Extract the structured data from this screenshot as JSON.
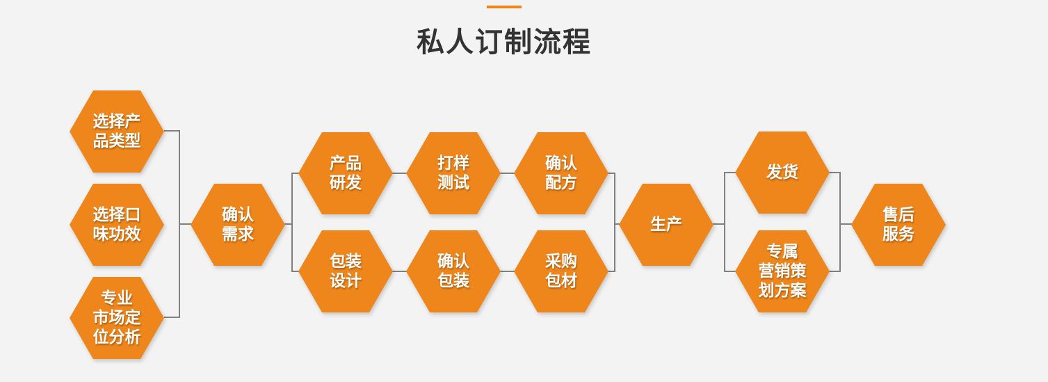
{
  "title": "私人订制流程",
  "colors": {
    "accent": "#ee861c",
    "line": "#808080",
    "background": "#f3f3f3",
    "title": "#333333"
  },
  "steps": [
    {
      "id": "select-product-type",
      "label": "选择产\n品类型"
    },
    {
      "id": "select-flavor-effect",
      "label": "选择口\n味功效"
    },
    {
      "id": "market-positioning",
      "label": "专业\n市场定\n位分析"
    },
    {
      "id": "confirm-requirements",
      "label": "确认\n需求"
    },
    {
      "id": "product-rd",
      "label": "产品\n研发"
    },
    {
      "id": "sample-testing",
      "label": "打样\n测试"
    },
    {
      "id": "confirm-formula",
      "label": "确认\n配方"
    },
    {
      "id": "packaging-design",
      "label": "包装\n设计"
    },
    {
      "id": "confirm-packaging",
      "label": "确认\n包装"
    },
    {
      "id": "purchase-materials",
      "label": "采购\n包材"
    },
    {
      "id": "production",
      "label": "生产"
    },
    {
      "id": "shipping",
      "label": "发货"
    },
    {
      "id": "marketing-plan",
      "label": "专属\n营销策\n划方案"
    },
    {
      "id": "after-sales",
      "label": "售后\n服务"
    }
  ]
}
